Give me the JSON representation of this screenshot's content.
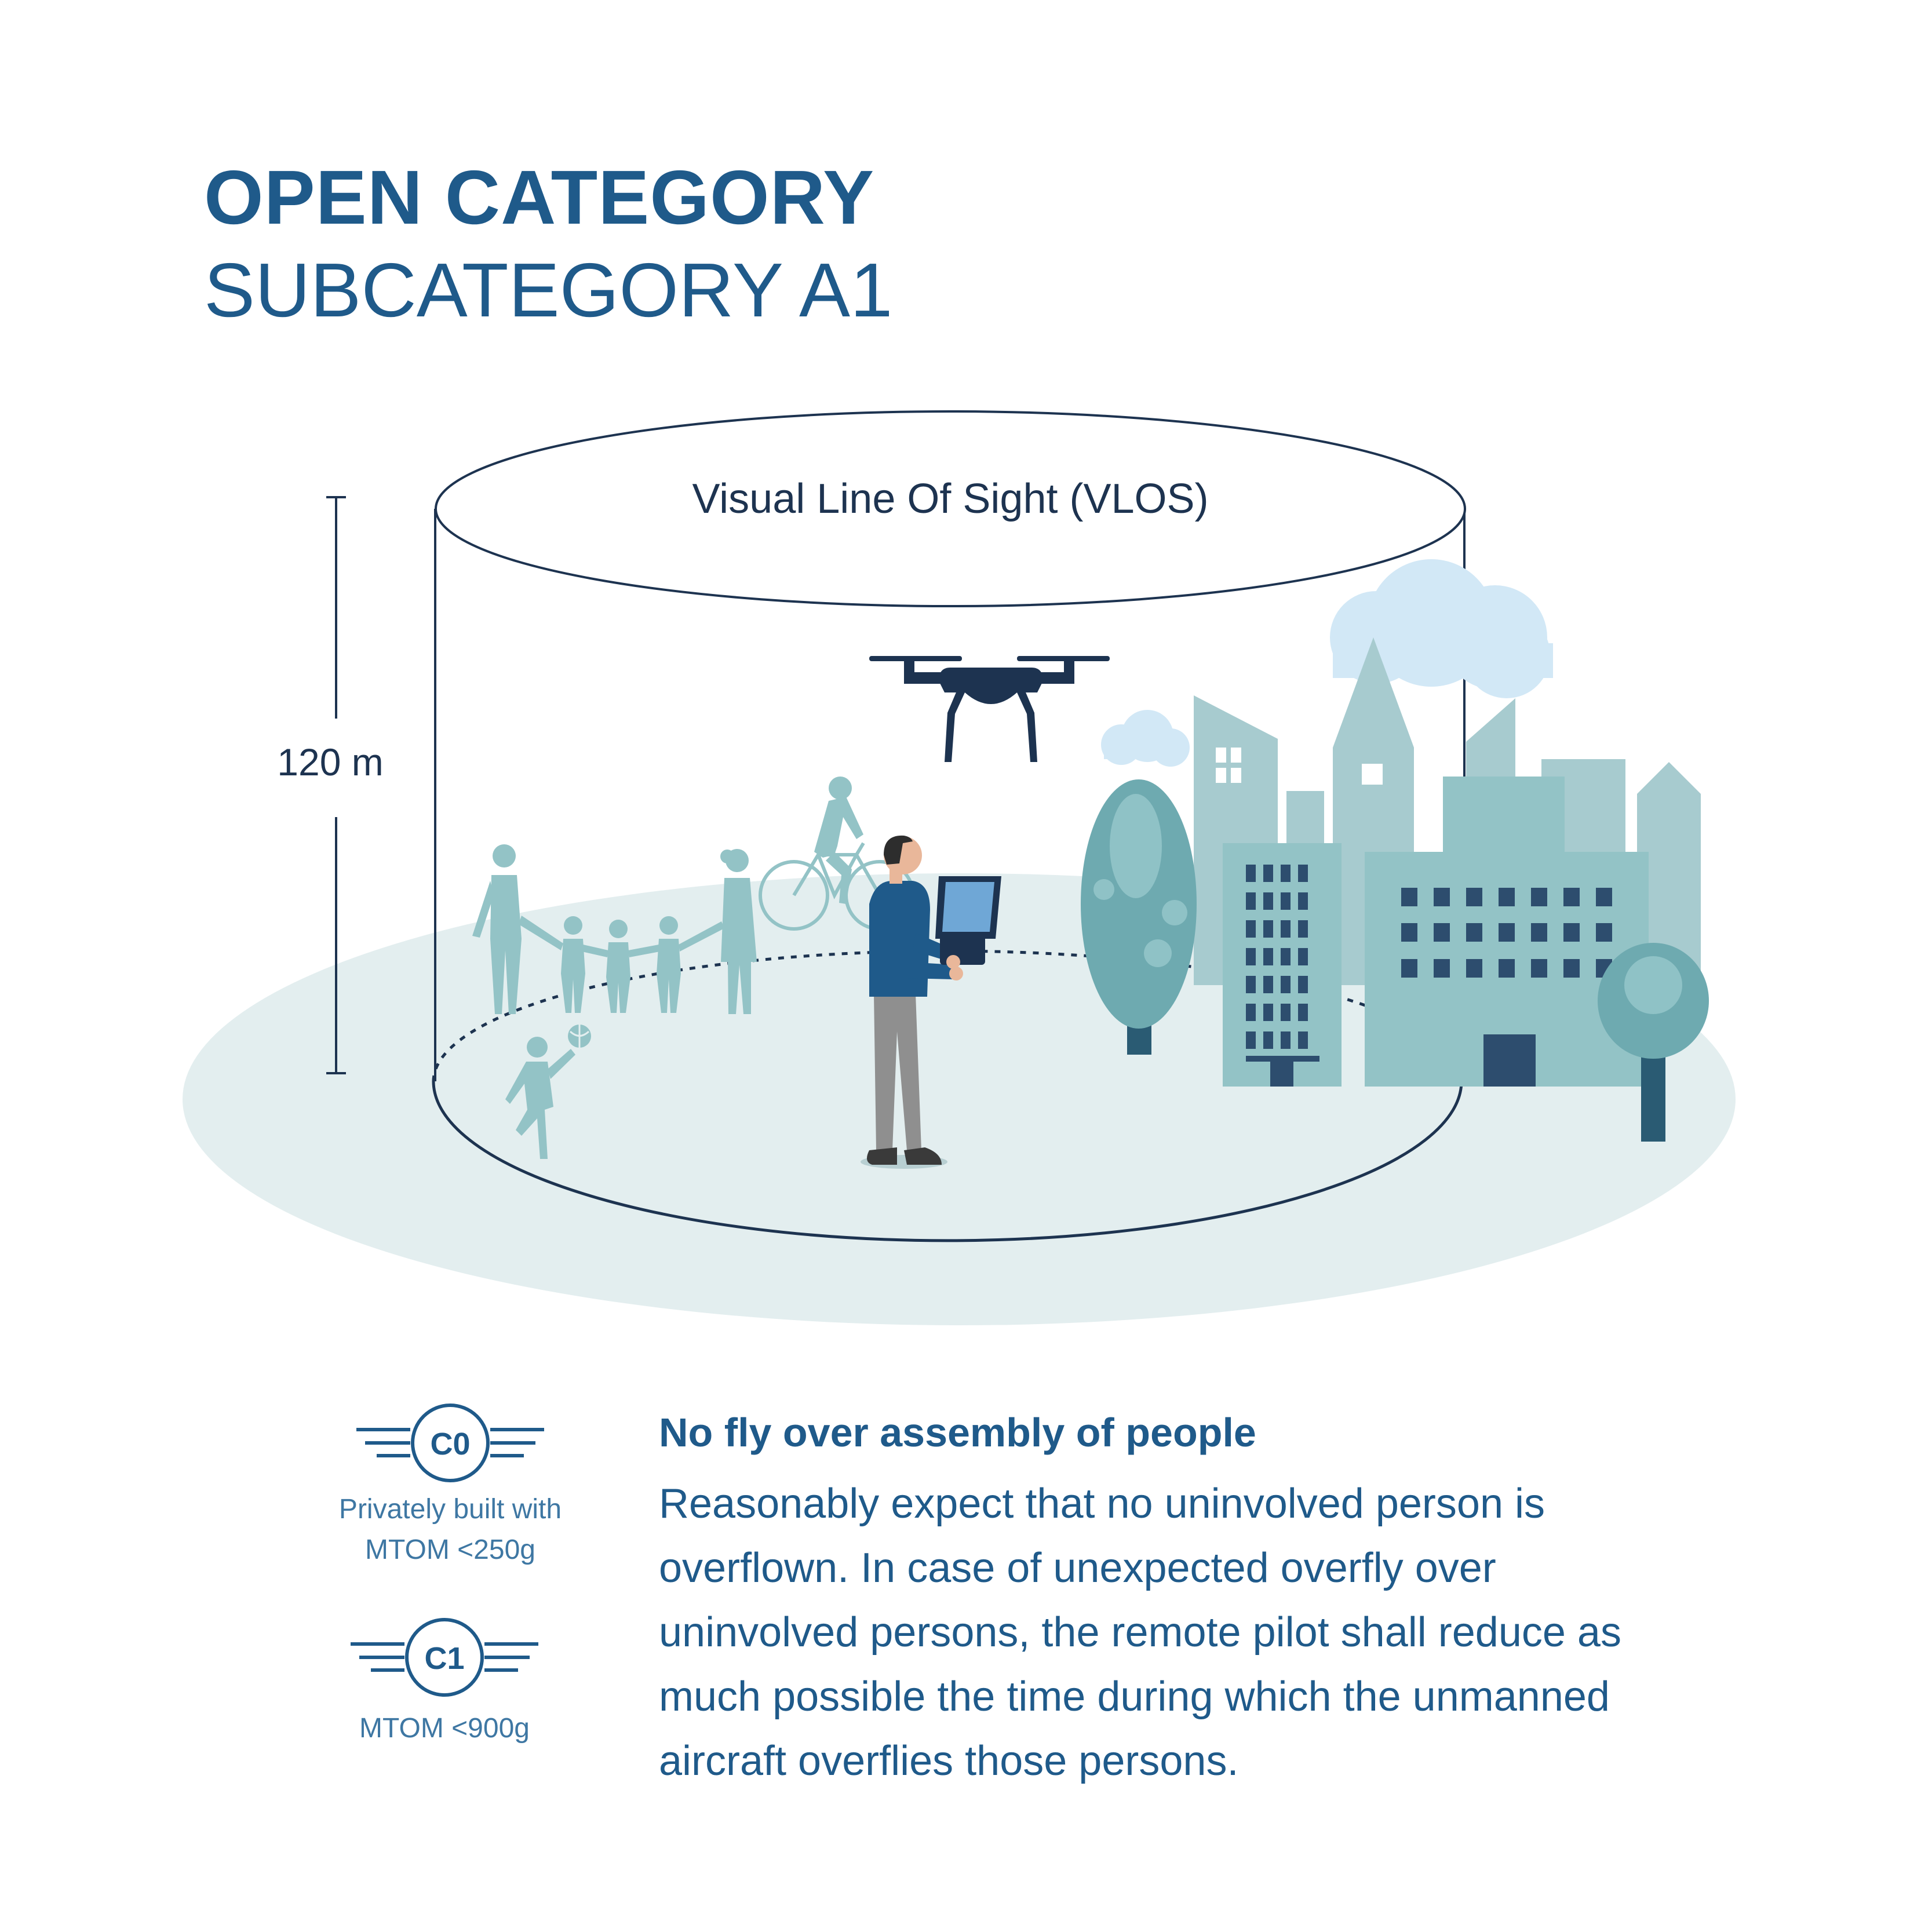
{
  "header": {
    "title": "OPEN CATEGORY",
    "subtitle": "SUBCATEGORY A1"
  },
  "diagram": {
    "zone_label": "Visual Line Of Sight (VLOS)",
    "height_label": "120 m"
  },
  "badges": [
    {
      "code": "C0",
      "caption_line1": "Privately built with",
      "caption_line2": "MTOM <250g"
    },
    {
      "code": "C1",
      "caption_line1": "MTOM <900g"
    }
  ],
  "rule": {
    "heading": "No fly over assembly of people",
    "text": "Reasonably expect that no uninvolved person is overflown. In case of unexpected overfly over uninvolved persons, the remote pilot shall reduce as much possible the time during which the unmanned aircraft overflies those persons."
  },
  "colors": {
    "primary": "#1f5a8a",
    "dark_navy": "#1d3350",
    "teal": "#7fb5b9",
    "ground": "#e3eeef",
    "sky": "#d2e8f6"
  }
}
